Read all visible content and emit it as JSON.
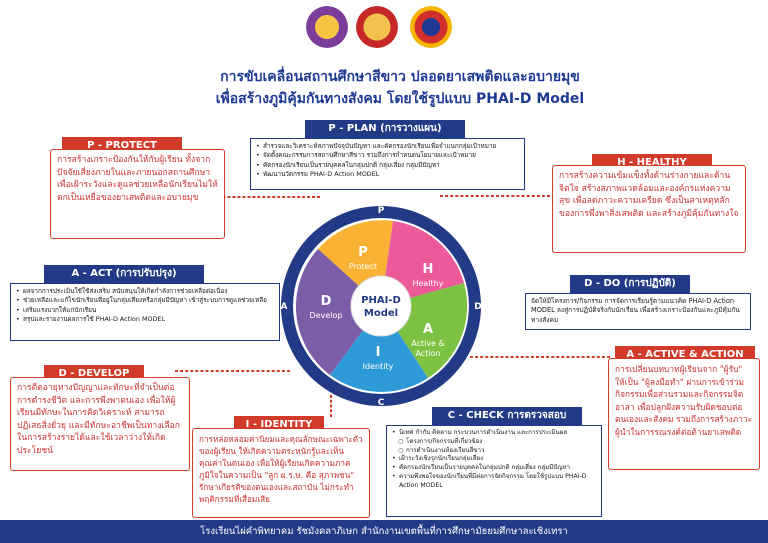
{
  "header": {
    "title1": "การขับเคลื่อนสถานศึกษาสีขาว ปลอดยาเสพติดและอบายมุข",
    "title2": "เพื่อสร้างภูมิคุ้มกันทางสังคม โดยใช้รูปแบบ PHAI-D Model"
  },
  "colors": {
    "navy": "#233a86",
    "red": "#d23a2a",
    "yellow": "#f9b233",
    "pink": "#ec5a9a",
    "green": "#7dc242",
    "blue": "#2f9ad8",
    "purple": "#7b5ea7"
  },
  "plan": {
    "title": "P - PLAN (การวางแผน)",
    "items": [
      "สำรวจและวิเคราะห์สภาพปัจจุบันปัญหา และคัดกรองนักเรียนเพื่อจำแนกกลุ่มเป้าหมาย",
      "จัดตั้งคณะกรรมการสถานศึกษาสีขาว รวมถึงการกำหนดนโยบายและเป้าหมาย",
      "คัดกรองนักเรียนเป็นรายบุคคลในกลุ่มปกติ กลุ่มเสี่ยง กลุ่มมีปัญหา",
      "พัฒนานวัตกรรม PHAI-D Action MODEL"
    ]
  },
  "protect": {
    "title": "P - PROTECT",
    "text": "การสร้างเกราะป้องกันให้กับผู้เรียน ทั้งจากปัจจัยเสี่ยงภายในและภายนอกสถานศึกษา เพื่อเฝ้าระวังและดูแลช่วยเหลือนักเรียนไม่ให้ตกเป็นเหยื่อของยาเสพติดและอบายมุข"
  },
  "healthy": {
    "title": "H - HEALTHY",
    "text": "การสร้างความเข้มแข็งทั้งด้านร่างกายและด้านจิตใจ สร้างสภาพแวดล้อมและองค์กรแห่งความสุข เพื่อลดภาวะความเครียด ซึ่งเป็นสาเหตุหลักของการพึ่งพาสิ่งเสพติด และสร้างภูมิคุ้มกันทางใจ"
  },
  "act": {
    "title": "A - ACT (การปรับปรุง)",
    "items": [
      "ผลจากการประเมินใช้ใช้ส่งเสริม สนับสนุนให้เกิดกำลังการช่วยเหลือต่อเนื่อง",
      "ช่วยเหลือและแก้ไขนักเรียนที่อยู่ในกลุ่มเสี่ยงหรือกลุ่มมีปัญหา เข้าสู่ระบบการดูแลช่วยเหลือ",
      "เสริมแรงบวกให้แก่นักเรียน",
      "สรุปและรายงานผลการใช้ PHAI-D Action MODEL"
    ]
  },
  "do": {
    "title": "D - DO (การปฏิบัติ)",
    "text": "จัดให้มีโครงการ/กิจกรรม การจัดการเรียนรู้ตามแนวคิด PHAI-D Action MODEL ลงสู่การปฏิบัติจริงกับนักเรียน เพื่อสร้างเกราะป้องกันและภูมิคุ้มกันทางสังคม"
  },
  "develop": {
    "title": "D - DEVELOP",
    "text": "การตีตอายุทางปัญญาและทักษะที่จำเป็นต่อการดำรงชีวิต และการพึ่งพาตนเอง เพื่อให้ผู้เรียนมีทักษะในการคิดวิเคราะห์ สามารถปฏิเสธสิ่งยั่วยุ และมีทักษะอาชีพเป็นทางเลือกในการสร้างรายได้และใช้เวลาว่างให้เกิดประโยชน์"
  },
  "active": {
    "title": "A - ACTIVE & ACTION",
    "text": "การเปลี่ยนบทบาทผู้เรียนจาก \"ผู้รับ\" ให้เป็น \"ผู้ลงมือทำ\" ผ่านการเข้าร่วมกิจกรรมเพื่อส่วนรวมและกิจกรรมจิตอาสา เพื่อปลูกฝังความรับผิดชอบต่อตนเองและสังคม รวมถึงการสร้างภาวะผู้นำในการรณรงค์ต่อต้านยาเสพติด"
  },
  "identity": {
    "title": "I - IDENTITY",
    "text": "การหล่อหลอมค่านิยมและคุณลักษณะเฉพาะตัวของผู้เรียน ให้เกิดความตระหนักรู้และเห็นคุณค่าในตนเอง เพื่อให้ผู้เรียนเกิดความภาคภูมิใจในความเป็น \"ลูก ผ.ร.ษ. คือ สุภาพชน\" รักษาเกียรติของตนเองและสถาบัน ไม่กระทำพฤติกรรมที่เสื่อมเสีย"
  },
  "check": {
    "title": "C - CHECK การตรวจสอบ",
    "items": [
      {
        "t": "นิเทศ กำกับ ติดตาม กระบวนการดำเนินงาน และการประเมินผล",
        "s": 0
      },
      {
        "t": "โครงการ/กิจกรรมที่เกี่ยวข้อง",
        "s": 1
      },
      {
        "t": "การดำเนินงานห้องเรียนสีขาว",
        "s": 1
      },
      {
        "t": "เฝ้าระวังเชิงรุกนักเรียนกลุ่มเสี่ยง",
        "s": 0
      },
      {
        "t": "คัดกรองนักเรียนเป็นรายบุคคลในกลุ่มปกติ กลุ่มเสี่ยง กลุ่มมีปัญหา",
        "s": 0
      },
      {
        "t": "ความพึงพอใจของนักเรียนที่มีต่อการจัดกิจกรรม โดยใช้รูปแบบ PHAI-D Action MODEL",
        "s": 0
      }
    ]
  },
  "wheel": {
    "center1": "PHAI-D",
    "center2": "Model",
    "p": "P",
    "p_label": "Protect",
    "h": "H",
    "h_label": "Healthy",
    "a": "A",
    "a_label1": "Active &",
    "a_label2": "Action",
    "i": "I",
    "i_label": "Identity",
    "d": "D",
    "d_label": "Develop",
    "ring_p": "P",
    "ring_d": "D",
    "ring_c": "C",
    "ring_a": "A"
  },
  "footer": "โรงเรียนไผ่คำพิทยาคม รัชมังคลาภิเษก      สำนักงานเขตพื้นที่การศึกษามัธยมศึกษาละเชิงเทรา"
}
